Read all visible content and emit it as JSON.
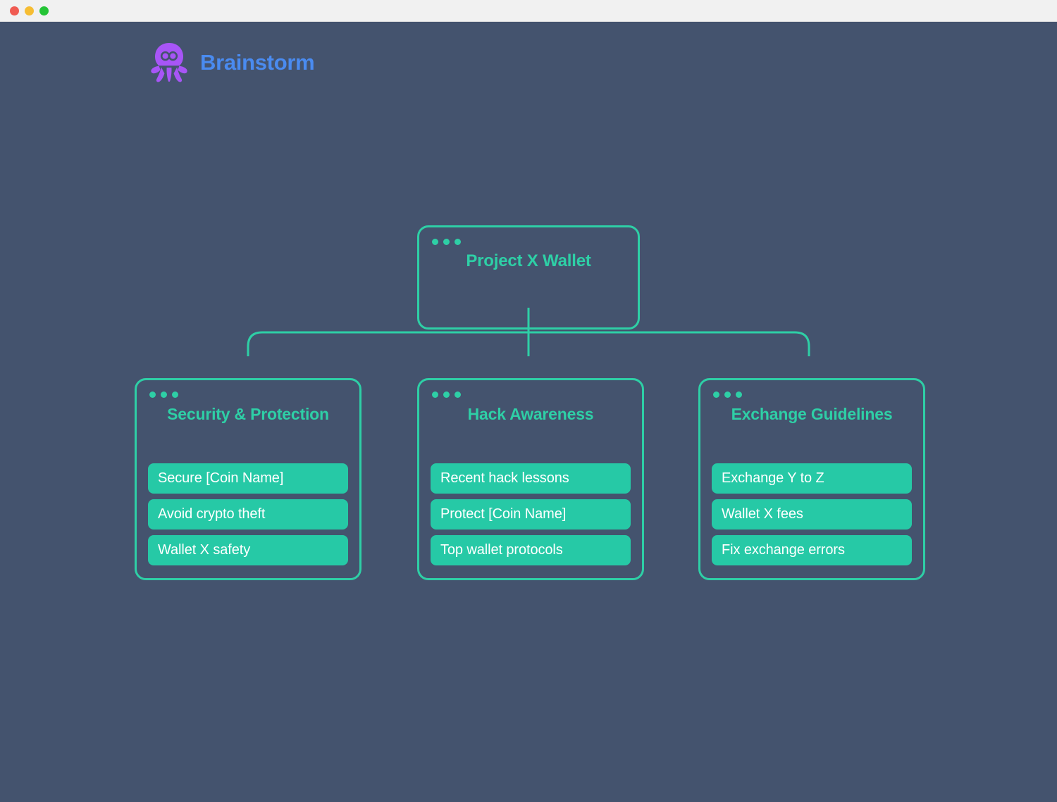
{
  "window": {
    "traffic_lights": [
      "close",
      "minimize",
      "maximize"
    ]
  },
  "brand": {
    "logo_icon": "octopus-icon",
    "name": "Brainstorm",
    "name_color": "#4a8bf0",
    "logo_color": "#a855f7"
  },
  "theme": {
    "background": "#44536e",
    "accent": "#2ecfa6",
    "pill_fill": "#26c9a6",
    "pill_text": "#ffffff",
    "titlebar": "#f1f1f1"
  },
  "mindmap": {
    "root": {
      "title": "Project X Wallet",
      "dots": 3
    },
    "children": [
      {
        "title": "Security & Protection",
        "dots": 3,
        "items": [
          "Secure [Coin Name]",
          "Avoid crypto theft",
          "Wallet X safety"
        ]
      },
      {
        "title": "Hack Awareness",
        "dots": 3,
        "items": [
          "Recent hack lessons",
          "Protect [Coin Name]",
          "Top wallet protocols"
        ]
      },
      {
        "title": "Exchange Guidelines",
        "dots": 3,
        "items": [
          "Exchange Y to Z",
          "Wallet X fees",
          "Fix exchange errors"
        ]
      }
    ]
  }
}
